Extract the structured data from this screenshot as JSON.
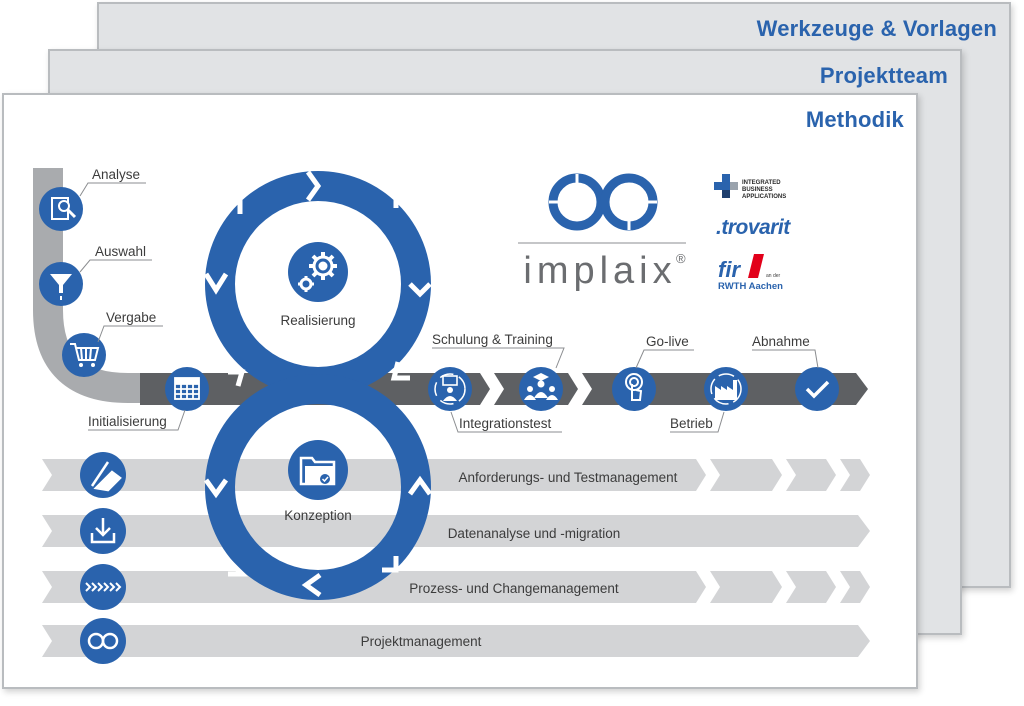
{
  "layers": {
    "back": "Werkzeuge & Vorlagen",
    "middle": "Projektteam",
    "front": "Methodik"
  },
  "phases": {
    "analyse": "Analyse",
    "auswahl": "Auswahl",
    "vergabe": "Vergabe",
    "initialisierung": "Initialisierung",
    "realisierung": "Realisierung",
    "konzeption": "Konzeption",
    "schulung": "Schulung & Training",
    "integrationstest": "Integrationstest",
    "golive": "Go-live",
    "betrieb": "Betrieb",
    "abnahme": "Abnahme"
  },
  "streams": [
    "Anforderungs- und Testmanagement",
    "Datenanalyse und -migration",
    "Prozess- und Changemanagement",
    "Projektmanagement"
  ],
  "logos": {
    "implaix": "implaix",
    "registered": "®",
    "iba_1": "INTEGRATED",
    "iba_2": "BUSINESS",
    "iba_3": "APPLICATIONS",
    "trovarit": ".trovarit",
    "fir": "fir",
    "fir_small": "an der",
    "rwth": "RWTH Aachen"
  },
  "colors": {
    "blue": "#2a63ad",
    "dark_arrow": "#5e6063",
    "light_arrow": "#d3d4d6",
    "fir_red": "#e2001a"
  }
}
